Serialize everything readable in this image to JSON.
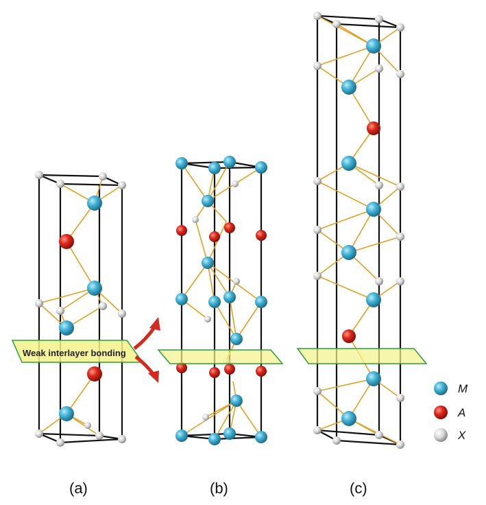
{
  "panels": [
    {
      "label": "(a)"
    },
    {
      "label": "(b)"
    },
    {
      "label": "(c)"
    }
  ],
  "plane_label": "Weak interlayer bonding",
  "legend": [
    {
      "symbol": "M",
      "color": "#45b6d8"
    },
    {
      "symbol": "A",
      "color": "#e02a1e"
    },
    {
      "symbol": "X",
      "color": "#d8d8d8"
    }
  ],
  "colors": {
    "cell_edge": "#111111",
    "bond": "#e0a020",
    "plane_fill": "#f4f28a",
    "plane_edge": "#2a9d3a",
    "arrow": "#d42a1e"
  }
}
